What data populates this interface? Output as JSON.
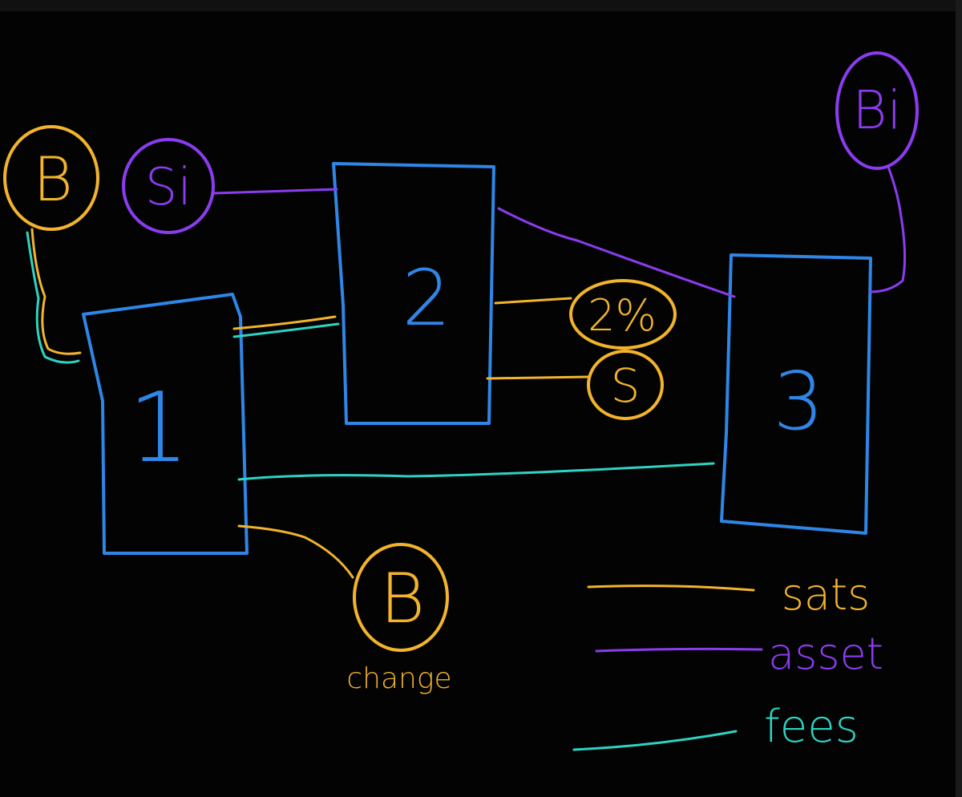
{
  "colors": {
    "background": "#030303",
    "box": "#2f86e6",
    "sats": "#f3b42c",
    "asset": "#8b3cf0",
    "fees": "#2ed3c3"
  },
  "boxes": [
    {
      "id": "box-1",
      "label": "1"
    },
    {
      "id": "box-2",
      "label": "2"
    },
    {
      "id": "box-3",
      "label": "3"
    }
  ],
  "nodes": {
    "btc_input": "B",
    "seller_input": "Si",
    "buyer_input": "Bi",
    "fee_percent": "2%",
    "seller_output": "S",
    "change_output": "B",
    "change_caption": "change"
  },
  "legend": [
    {
      "label": "sats",
      "color_key": "sats"
    },
    {
      "label": "asset",
      "color_key": "asset"
    },
    {
      "label": "fees",
      "color_key": "fees"
    }
  ]
}
